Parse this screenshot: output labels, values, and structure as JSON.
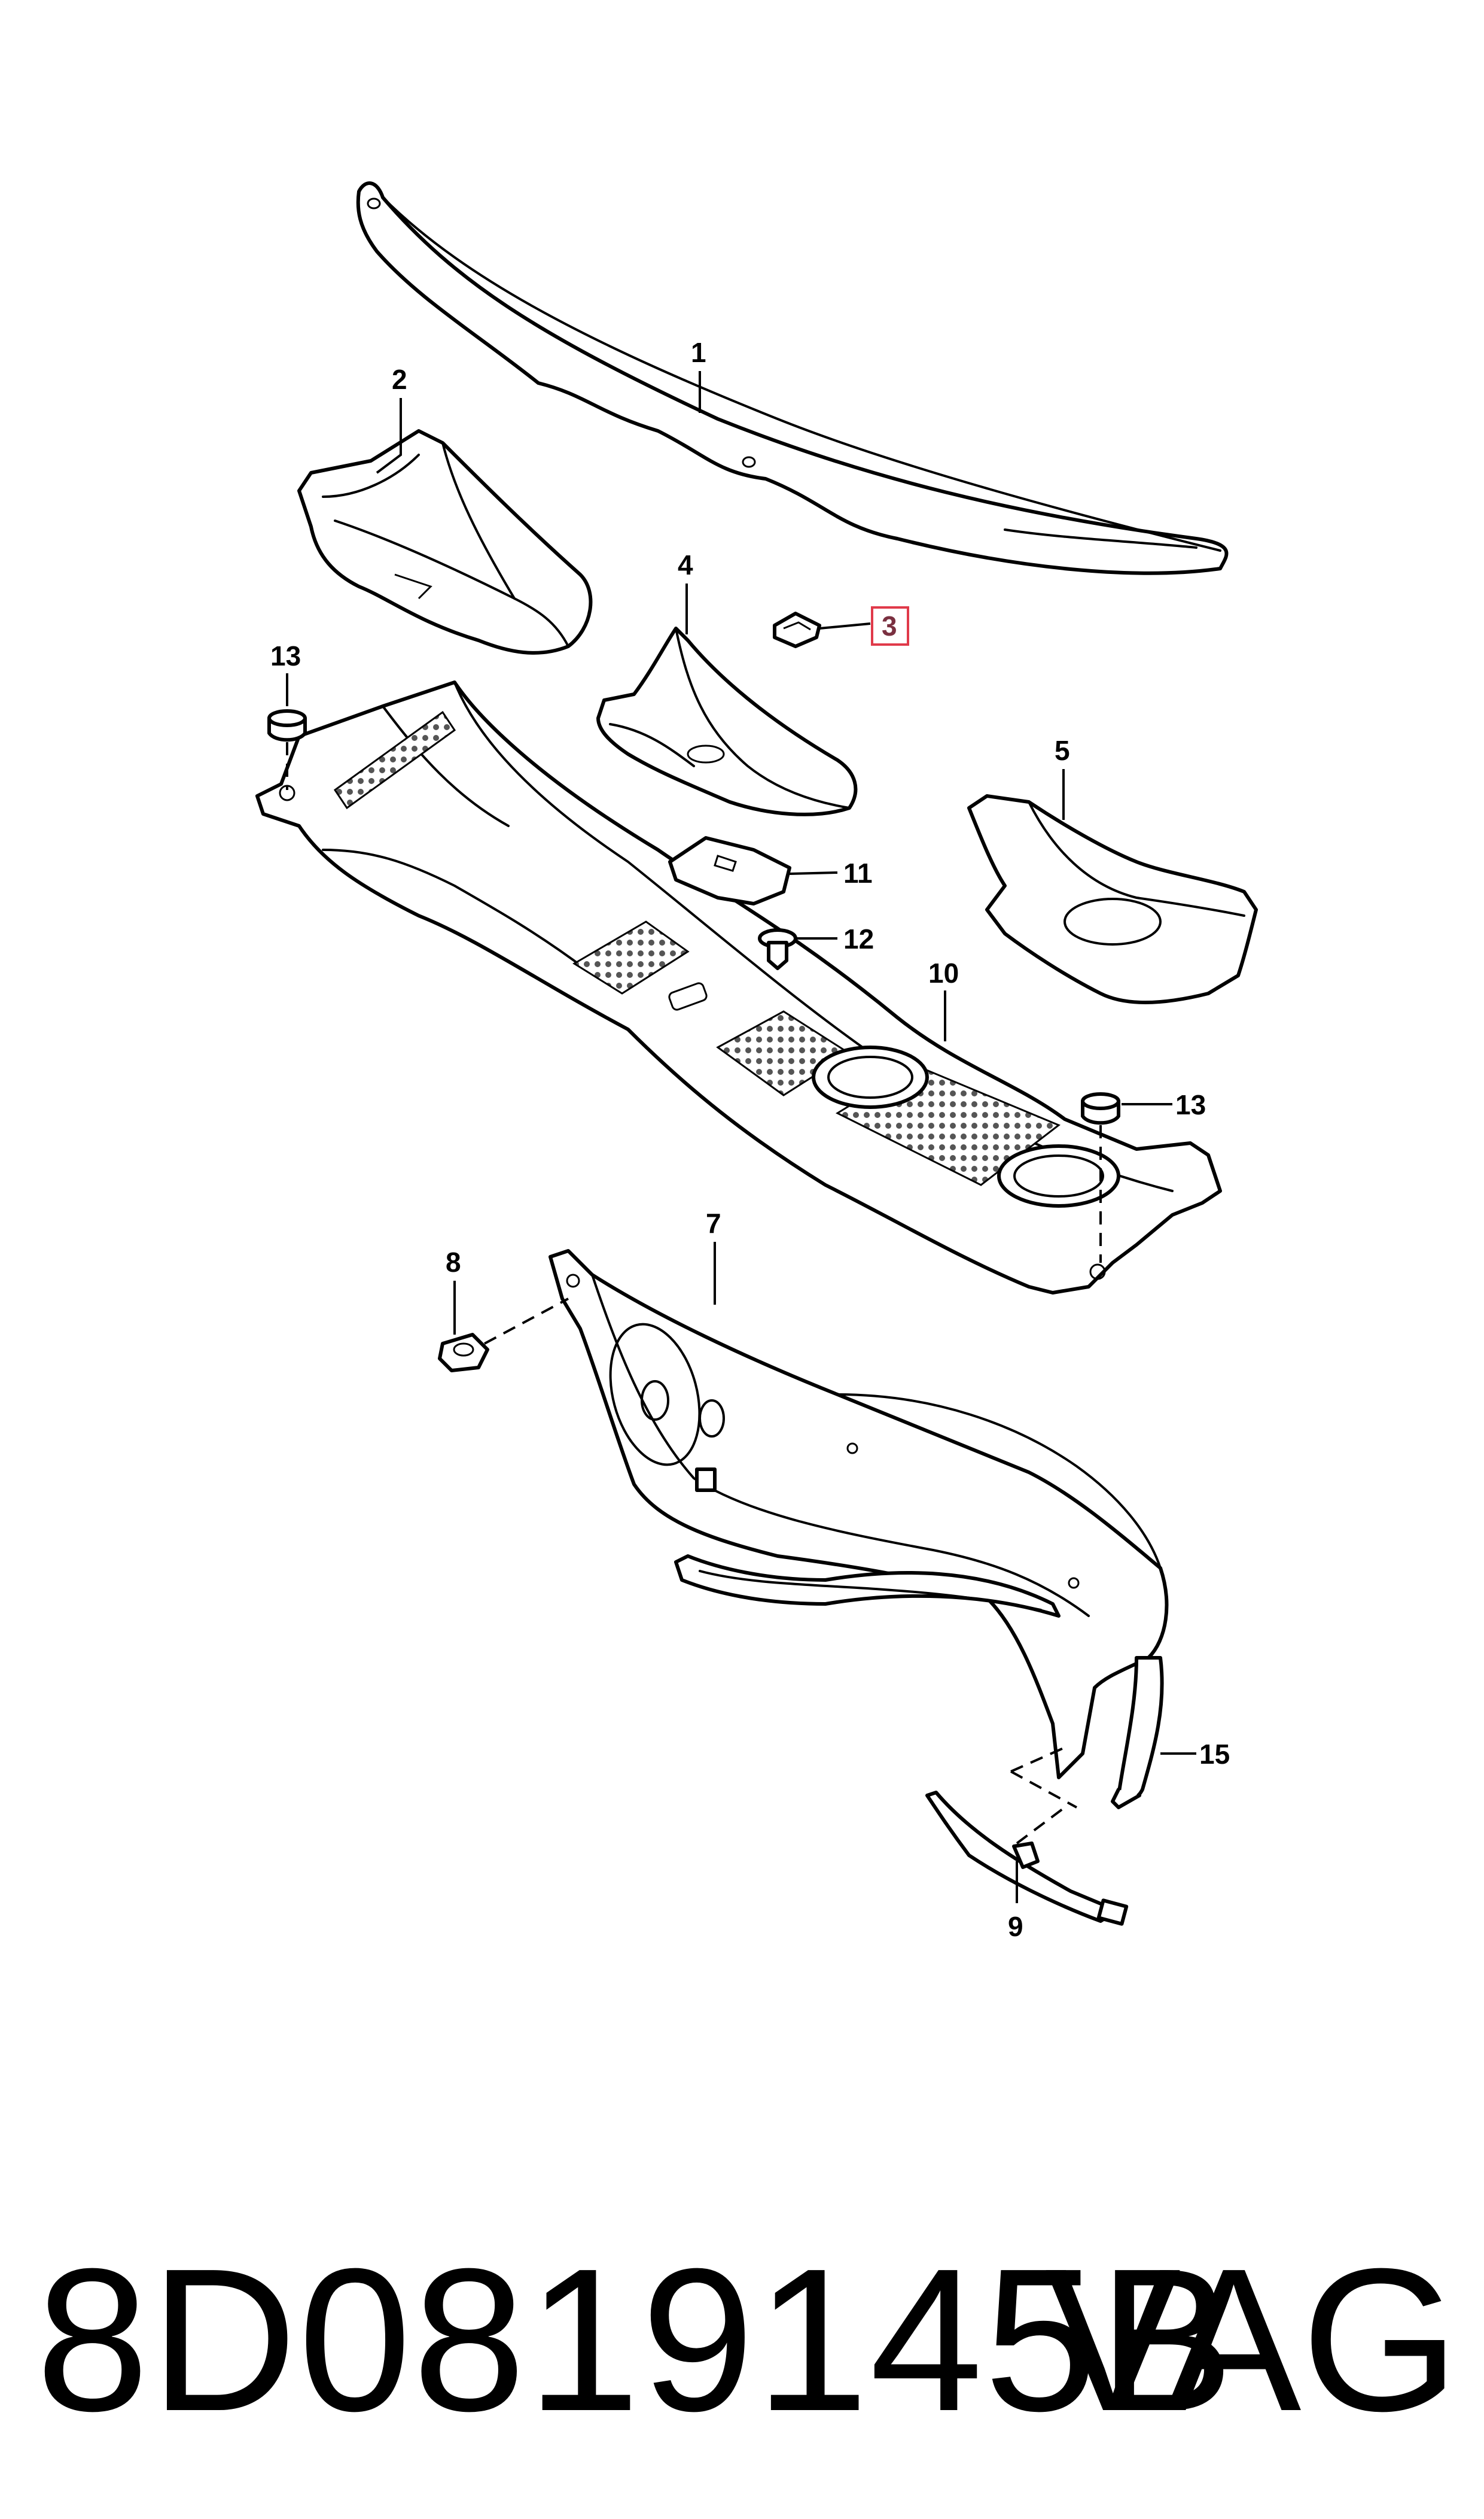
{
  "diagram": {
    "callouts": {
      "c1": "1",
      "c2": "2",
      "c3": "3",
      "c4": "4",
      "c5": "5",
      "c7": "7",
      "c8": "8",
      "c9": "9",
      "c10": "10",
      "c11": "11",
      "c12": "12",
      "c13a": "13",
      "c13b": "13",
      "c15": "15"
    },
    "highlighted_callout": "3",
    "highlight_color": "#e03a4a"
  },
  "footer": {
    "part_number": "8D0819145B",
    "brand": "VAG"
  }
}
